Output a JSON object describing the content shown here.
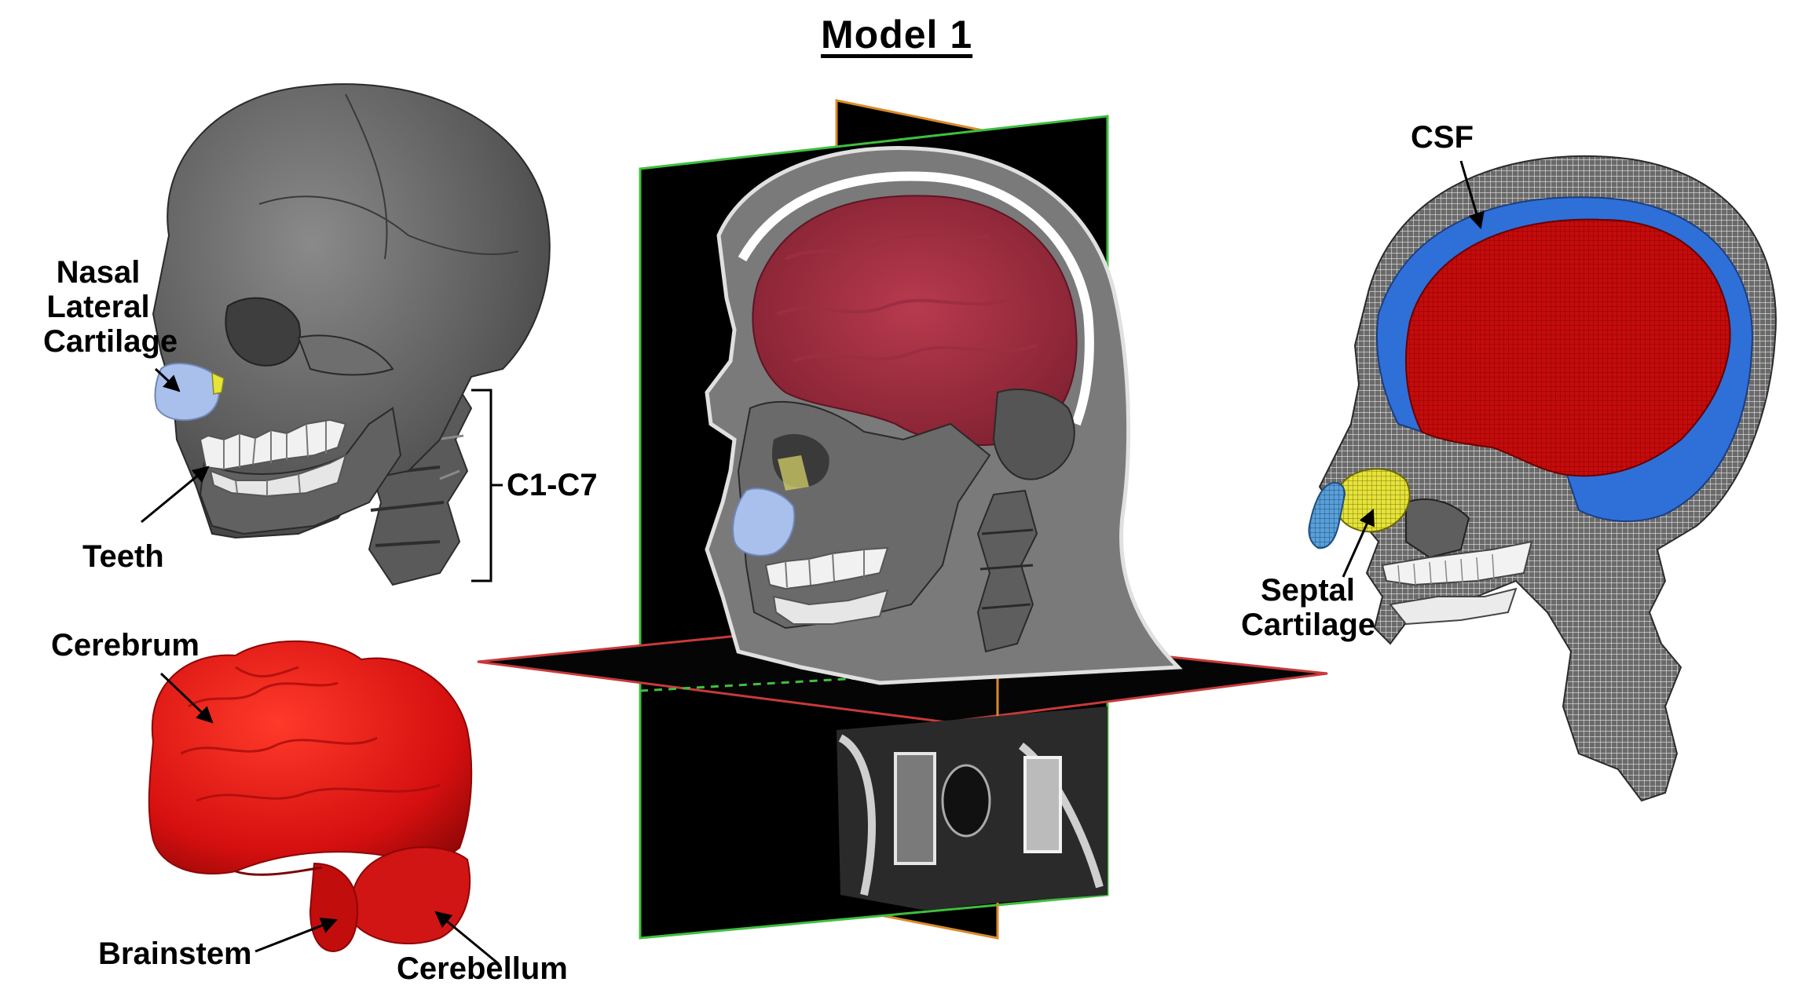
{
  "figure": {
    "title": "Model 1",
    "labels": {
      "nasal_cartilage": [
        "Nasal",
        "Lateral",
        "Cartilage"
      ],
      "teeth": "Teeth",
      "cervical": "C1-C7",
      "cerebrum": "Cerebrum",
      "brainstem": "Brainstem",
      "cerebellum": "Cerebellum",
      "csf": "CSF",
      "septal_cartilage": [
        "Septal",
        "Cartilage"
      ]
    },
    "colors": {
      "bone": "#5f5f5f",
      "brain_red": "#d40f0f",
      "nasal_blue": "#a9c0ec",
      "septal_yellow": "#e6e33a",
      "csf_blue": "#2f6fd8",
      "plane_green": "#3fbf3f",
      "plane_orange": "#d98a2a",
      "plane_red": "#c83a3a"
    }
  }
}
